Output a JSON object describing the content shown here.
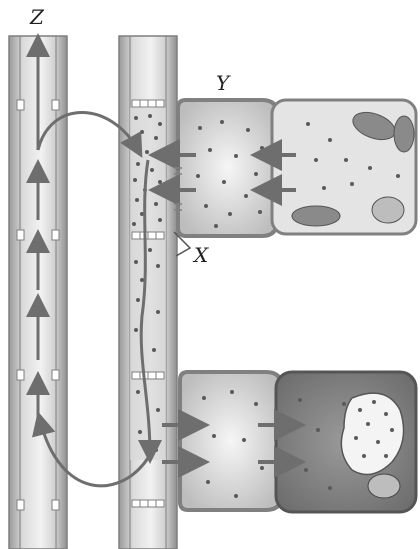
{
  "labels": {
    "z": "Z",
    "y": "Y",
    "x": "X"
  },
  "colors": {
    "tube_fill": "#d6d6d6",
    "tube_edge": "#7f7f7f",
    "tube_stripe": "#eeeeee",
    "arrow": "#6e6e6e",
    "dot": "#5a5a5a",
    "companion_cell": "#cfcfcf",
    "source_cell": "#e4e4e4",
    "sink_cell": "#888888",
    "vacuole": "#f4f4f4",
    "chloroplast": "#8a8a8a",
    "nucleus": "#bdbdbd"
  },
  "structures": [
    "xylem-vessel",
    "sieve-tube",
    "companion-cell-source",
    "source-cell",
    "companion-cell-sink",
    "sink-cell"
  ]
}
